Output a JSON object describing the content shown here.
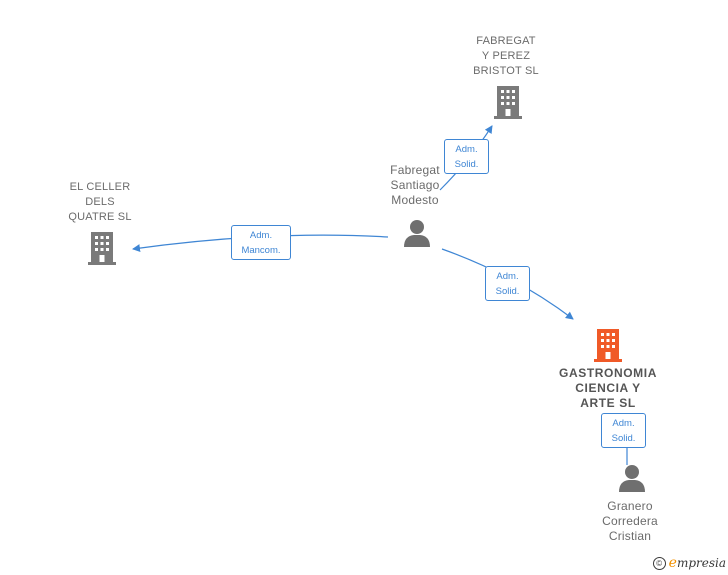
{
  "nodes": {
    "fabregat_perez": {
      "label": "FABREGAT\nY PEREZ\nBRISTOT SL",
      "type": "company"
    },
    "el_celler": {
      "label": "EL CELLER\nDELS\nQUATRE SL",
      "type": "company"
    },
    "fabregat_person": {
      "label": "Fabregat\nSantiago\nModesto",
      "type": "person"
    },
    "gastronomia": {
      "label": "GASTRONOMIA\nCIENCIA Y\nARTE  SL",
      "type": "company-main"
    },
    "granero": {
      "label": "Granero\nCorredera\nCristian",
      "type": "person"
    }
  },
  "edges": [
    {
      "id": "e1",
      "label": "Adm.\nSolid."
    },
    {
      "id": "e2",
      "label": "Adm.\nMancom."
    },
    {
      "id": "e3",
      "label": "Adm.\nSolid."
    },
    {
      "id": "e4",
      "label": "Adm.\nSolid."
    }
  ],
  "colors": {
    "company": "#7a7a7a",
    "main_company": "#f05a28",
    "person": "#6f6f6f",
    "edge": "#3f86d4"
  },
  "brand": {
    "copyright": "©",
    "e": "e",
    "name": "mpresia"
  }
}
